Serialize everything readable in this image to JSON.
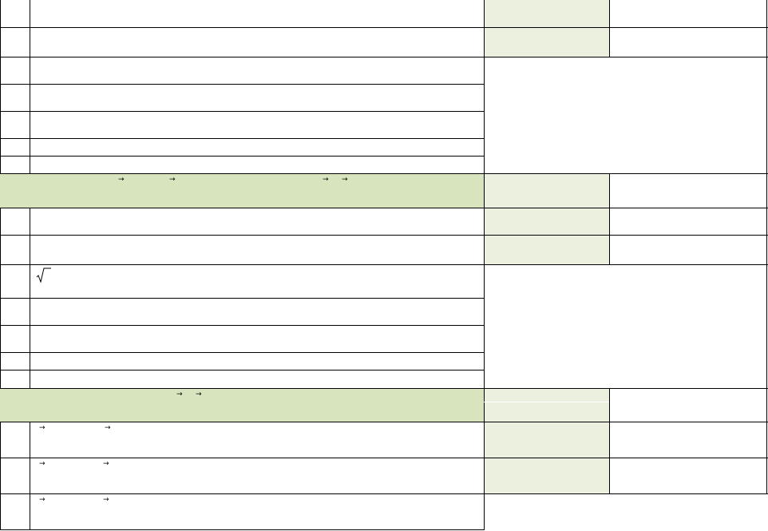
{
  "colors": {
    "section_fill": "#d7e4bd",
    "answer_fill": "#ebf1de",
    "grid_line": "#000000",
    "page": "#ffffff"
  },
  "icons": [
    "vector-arrow-icon",
    "square-root-icon"
  ],
  "rows": [
    {
      "kind": "question",
      "answer_box": true
    },
    {
      "kind": "question",
      "answer_box": true
    },
    {
      "kind": "option",
      "group": 1
    },
    {
      "kind": "option",
      "group": 1
    },
    {
      "kind": "option",
      "group": 1
    },
    {
      "kind": "option",
      "group": 1
    },
    {
      "kind": "option",
      "group": 1
    },
    {
      "kind": "section",
      "answer_box": true
    },
    {
      "kind": "question",
      "answer_box": true
    },
    {
      "kind": "question",
      "answer_box": true
    },
    {
      "kind": "option",
      "group": 2
    },
    {
      "kind": "option",
      "group": 2
    },
    {
      "kind": "option",
      "group": 2
    },
    {
      "kind": "option",
      "group": 2
    },
    {
      "kind": "option",
      "group": 2
    },
    {
      "kind": "section",
      "answer_box": true
    },
    {
      "kind": "question",
      "answer_box": true
    },
    {
      "kind": "question",
      "answer_box": true
    },
    {
      "kind": "question",
      "answer_box": false
    }
  ]
}
